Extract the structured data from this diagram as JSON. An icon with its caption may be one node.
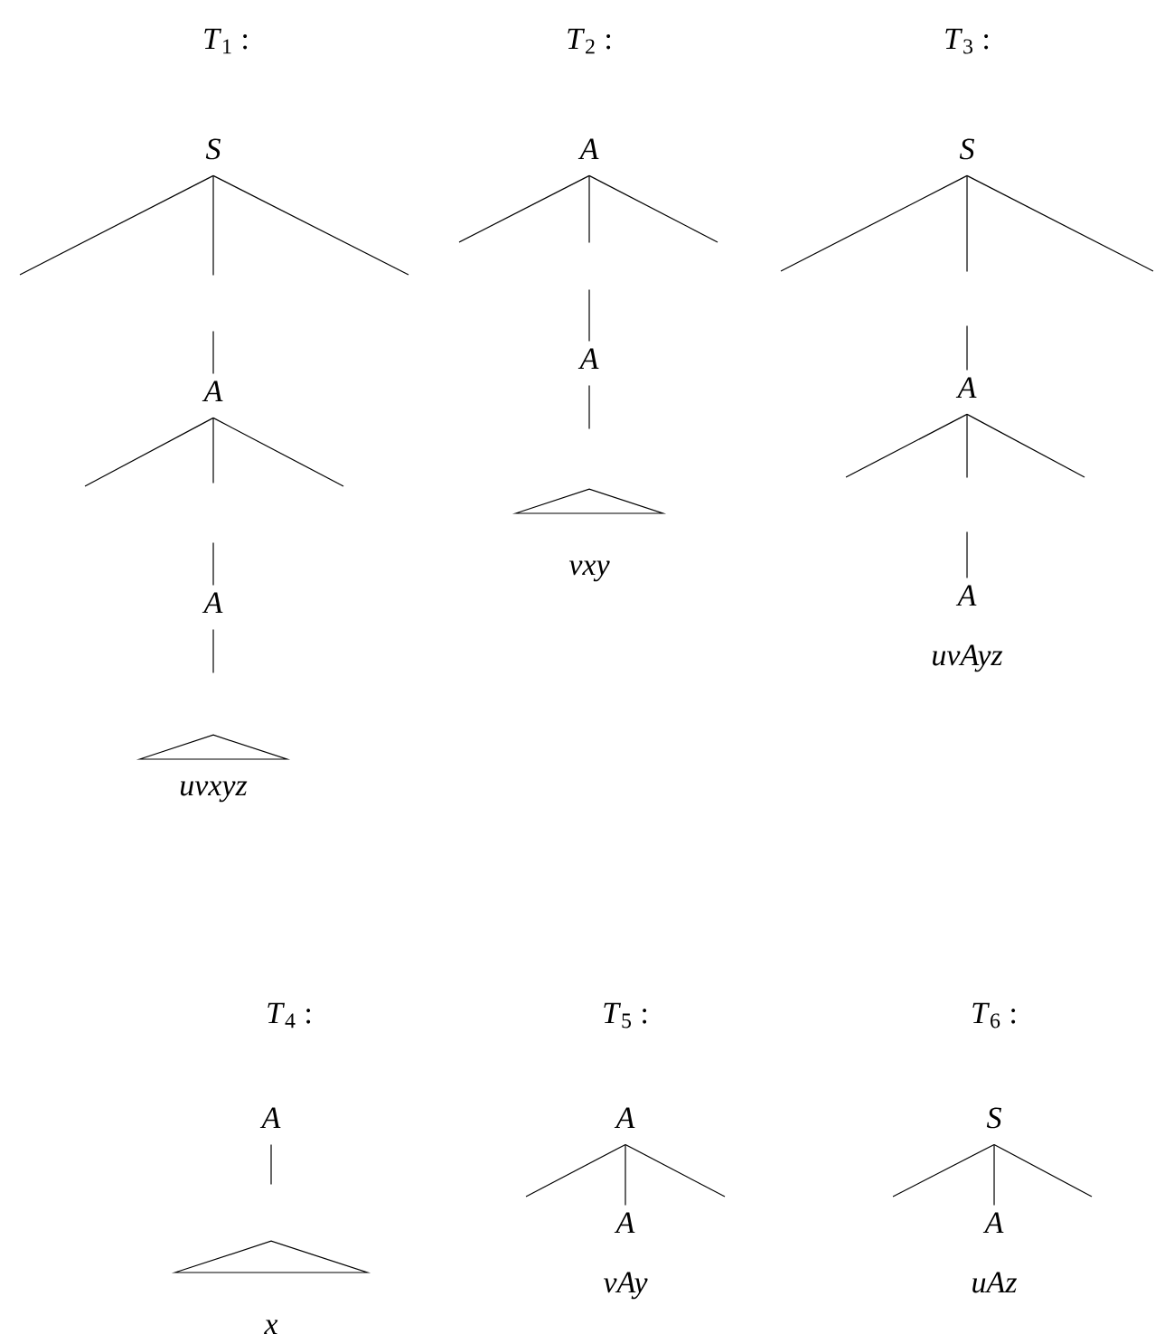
{
  "diagram": {
    "nodes": [
      {
        "text": [
          "S"
        ]
      },
      {
        "text": [
          "A"
        ]
      },
      {
        "text": [
          "A"
        ]
      },
      {
        "text": [],
        "shape": "triangle",
        "beside": [
          "uvxyz"
        ]
      },
      {
        "text": [
          "A"
        ]
      },
      {
        "text": [
          "A"
        ]
      },
      {
        "text": [],
        "shape": "triangle",
        "beside": [
          "vxy"
        ]
      },
      {
        "text": [
          "S"
        ]
      },
      {
        "text": [
          "A"
        ]
      },
      {
        "text": [
          "A"
        ],
        "beside": [
          "uvAyz"
        ]
      },
      {
        "text": [
          "A"
        ]
      },
      {
        "text": [],
        "shape": "triangle",
        "beside": [
          "x"
        ]
      },
      {
        "text": [
          "A"
        ]
      },
      {
        "text": [
          "A"
        ],
        "beside": [
          "vAy"
        ]
      },
      {
        "text": [
          "S"
        ]
      },
      {
        "text": [
          "A"
        ],
        "beside": [
          "uAz"
        ]
      }
    ],
    "edges": [
      {
        "from": 0,
        "to": null,
        "arrow": "none"
      },
      {
        "from": 0,
        "to": null,
        "arrow": "none"
      },
      {
        "from": 0,
        "to": 1,
        "arrow": "none",
        "style": "dashed"
      },
      {
        "from": 1,
        "to": null,
        "arrow": "none"
      },
      {
        "from": 1,
        "to": null,
        "arrow": "none"
      },
      {
        "from": 1,
        "to": 2,
        "arrow": "none",
        "style": "dashed"
      },
      {
        "from": 2,
        "to": 3,
        "arrow": "none",
        "style": "dashed"
      },
      {
        "from": 4,
        "to": null,
        "arrow": "none"
      },
      {
        "from": 4,
        "to": null,
        "arrow": "none"
      },
      {
        "from": 4,
        "to": 5,
        "arrow": "none",
        "style": "dashed"
      },
      {
        "from": 5,
        "to": 6,
        "arrow": "none",
        "style": "dashed"
      },
      {
        "from": 7,
        "to": null,
        "arrow": "none"
      },
      {
        "from": 7,
        "to": null,
        "arrow": "none"
      },
      {
        "from": 7,
        "to": 8,
        "arrow": "none",
        "style": "dashed"
      },
      {
        "from": 8,
        "to": null,
        "arrow": "none"
      },
      {
        "from": 8,
        "to": null,
        "arrow": "none"
      },
      {
        "from": 8,
        "to": 9,
        "arrow": "none",
        "style": "dashed"
      },
      {
        "from": 10,
        "to": 11,
        "arrow": "none",
        "style": "dashed"
      },
      {
        "from": 12,
        "to": null,
        "arrow": "none"
      },
      {
        "from": 12,
        "to": null,
        "arrow": "none"
      },
      {
        "from": 12,
        "to": 13,
        "arrow": "none"
      },
      {
        "from": 14,
        "to": null,
        "arrow": "none"
      },
      {
        "from": 14,
        "to": null,
        "arrow": "none"
      },
      {
        "from": 14,
        "to": 15,
        "arrow": "none"
      }
    ],
    "labels": [
      "*T*$_{1}$ :",
      "*T*$_{2}$ :",
      "*T*$_{3}$ :",
      "*T*$_{4}$ :",
      "*T*$_{5}$ :",
      "*T*$_{6}$ :"
    ]
  }
}
